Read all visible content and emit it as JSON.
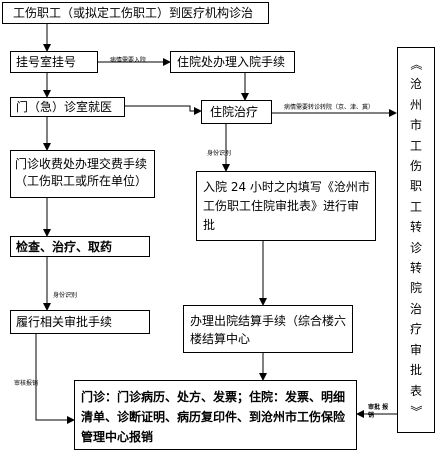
{
  "nodes": {
    "start": "工伤职工（或拟定工伤职工）到医疗机构诊治",
    "register": "挂号室挂号",
    "outpatient": "门（急）诊室就医",
    "payment_line1": "门诊收费处办理交费手续",
    "payment_line2": "（工伤职工或所在单位）",
    "treatment": "检查、治疗、取药",
    "approval": "履行相关审批手续",
    "admission": "住院处办理入院手续",
    "inpatient": "住院治疗",
    "form_line1": "入院 24 小时之内填写《沧州市",
    "form_line2": "工伤职工住院审批表》进行审",
    "form_line3": "批",
    "discharge_line1": "办理出院结算手续（综合楼六",
    "discharge_line2": "楼结算中心",
    "final_line1": "门诊：门诊病历、处方、发票；住院：发票、明细",
    "final_line2": "清单、诊断证明、病历复印件、到沧州市工伤保险",
    "final_line3": "管理中心报销",
    "referral_form": "《沧州市工伤职工转诊转院治疗审批表》"
  },
  "edge_labels": {
    "needs_admission": "病情需要入院",
    "needs_transfer": "病情需要转诊转院（京、津、冀）",
    "identity_check1": "身份识别",
    "identity_check2": "身份识别",
    "submit_reimburse": "审核报销",
    "approval_reimburse": "审批 报销"
  }
}
